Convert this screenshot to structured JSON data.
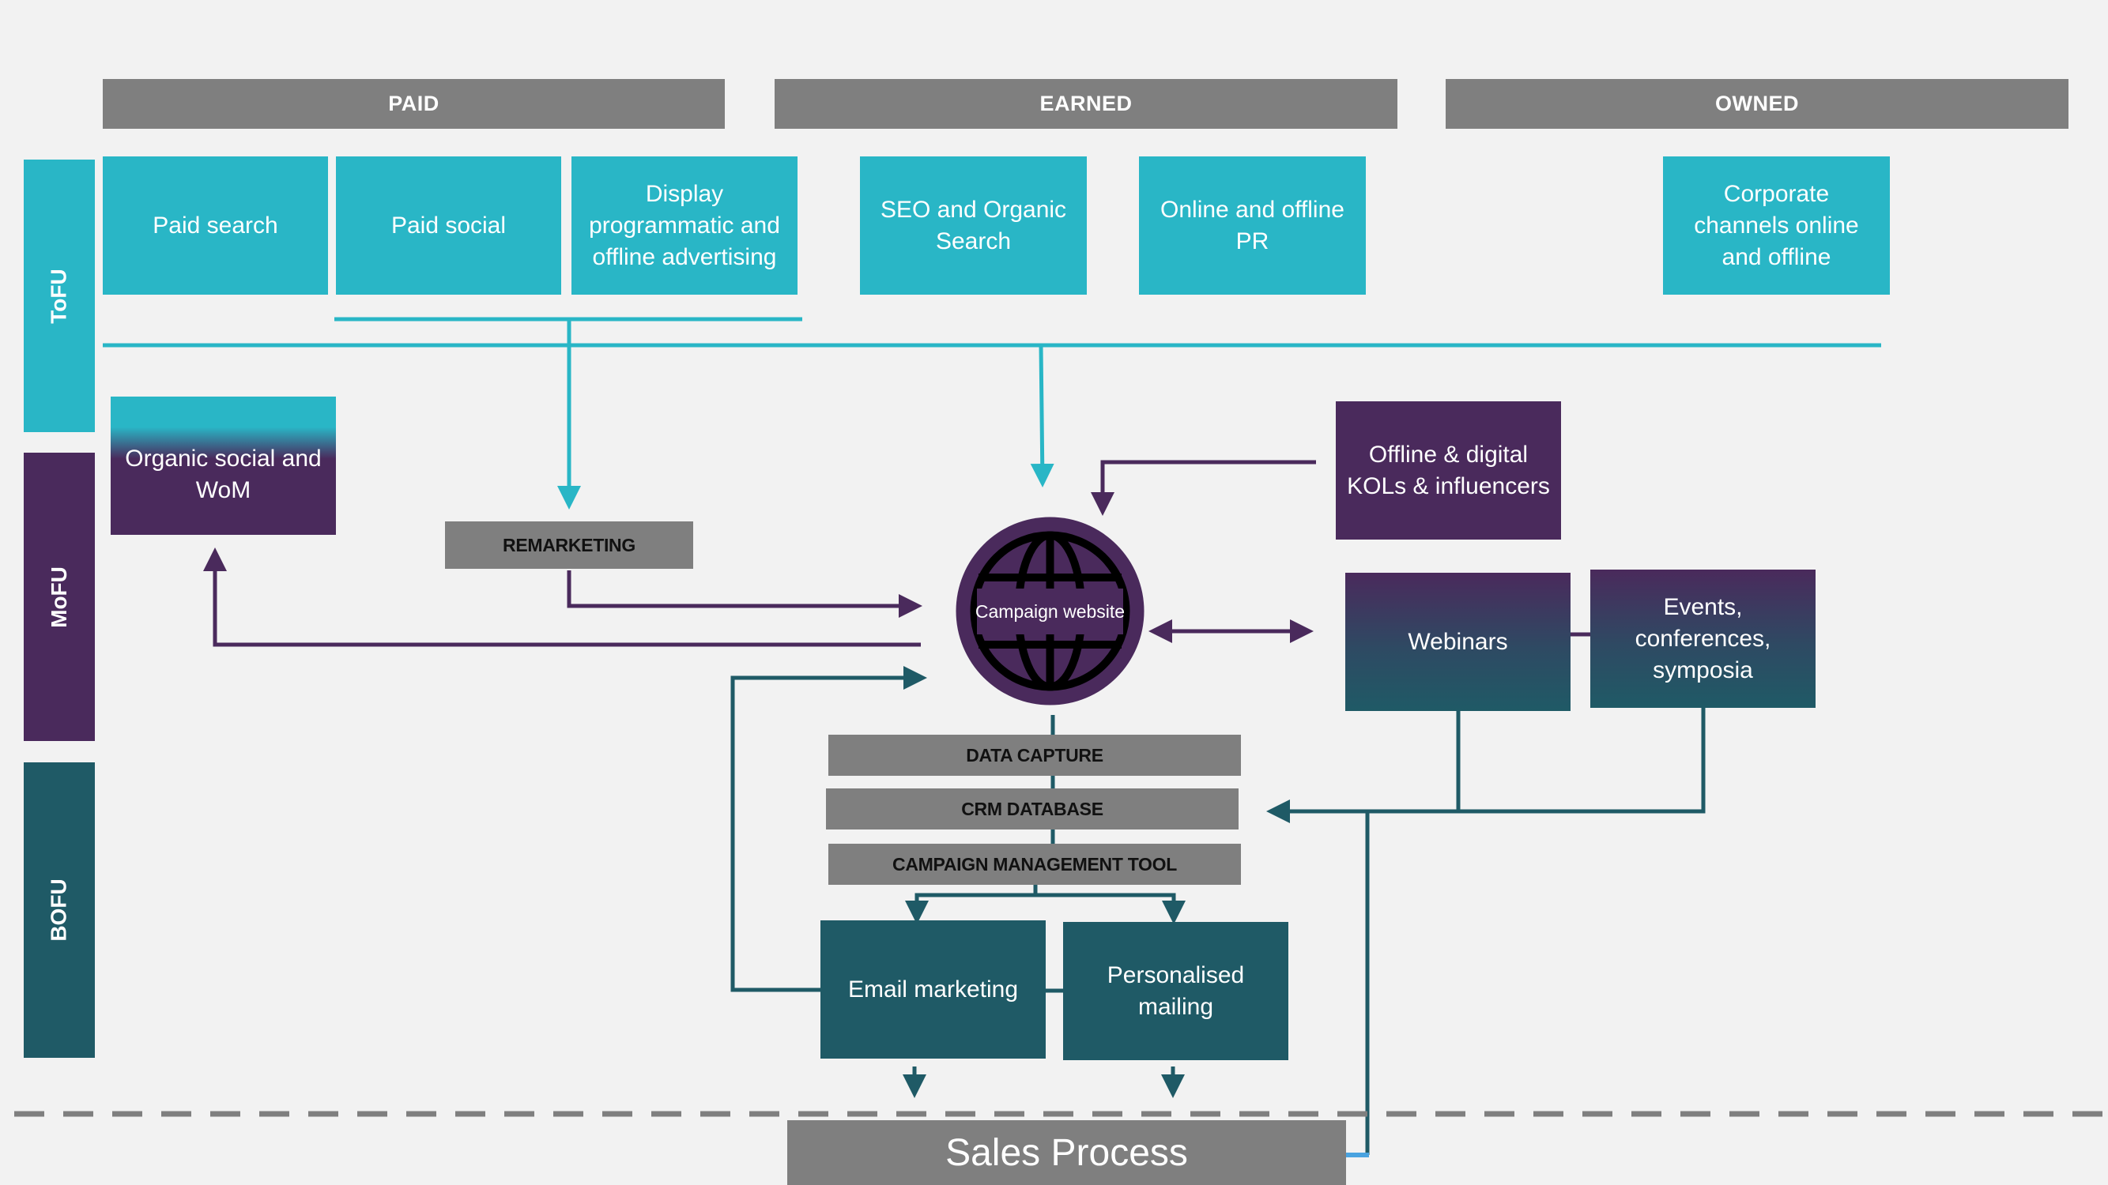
{
  "headers": {
    "paid": "PAID",
    "earned": "EARNED",
    "owned": "OWNED"
  },
  "stages": {
    "tofu": "ToFU",
    "mofu": "MoFU",
    "bofu": "BOFU"
  },
  "tofu_boxes": {
    "paid_search": "Paid search",
    "paid_social": "Paid social",
    "display": "Display programmatic and offline advertising",
    "seo": "SEO and Organic Search",
    "pr": "Online and offline PR",
    "corporate": "Corporate channels online and offline"
  },
  "mofu_boxes": {
    "organic_social": "Organic social and WoM",
    "kols": "Offline & digital KOLs & influencers",
    "webinars": "Webinars",
    "events": "Events, conferences, symposia"
  },
  "remarketing": "REMARKETING",
  "campaign_website": "Campaign website",
  "bars": {
    "data_capture": "DATA CAPTURE",
    "crm": "CRM DATABASE",
    "campaign_tool": "CAMPAIGN MANAGEMENT TOOL"
  },
  "bofu_boxes": {
    "email": "Email marketing",
    "mailing": "Personalised mailing"
  },
  "sales_process": "Sales Process",
  "colors": {
    "teal": "#29b6c6",
    "purple": "#4a2a5c",
    "dark_teal": "#1f5a66",
    "gray": "#7f7f7f",
    "background": "#f2f2f2",
    "accent_blue": "#4aa3e0"
  },
  "icons": {
    "globe": "globe-icon"
  }
}
